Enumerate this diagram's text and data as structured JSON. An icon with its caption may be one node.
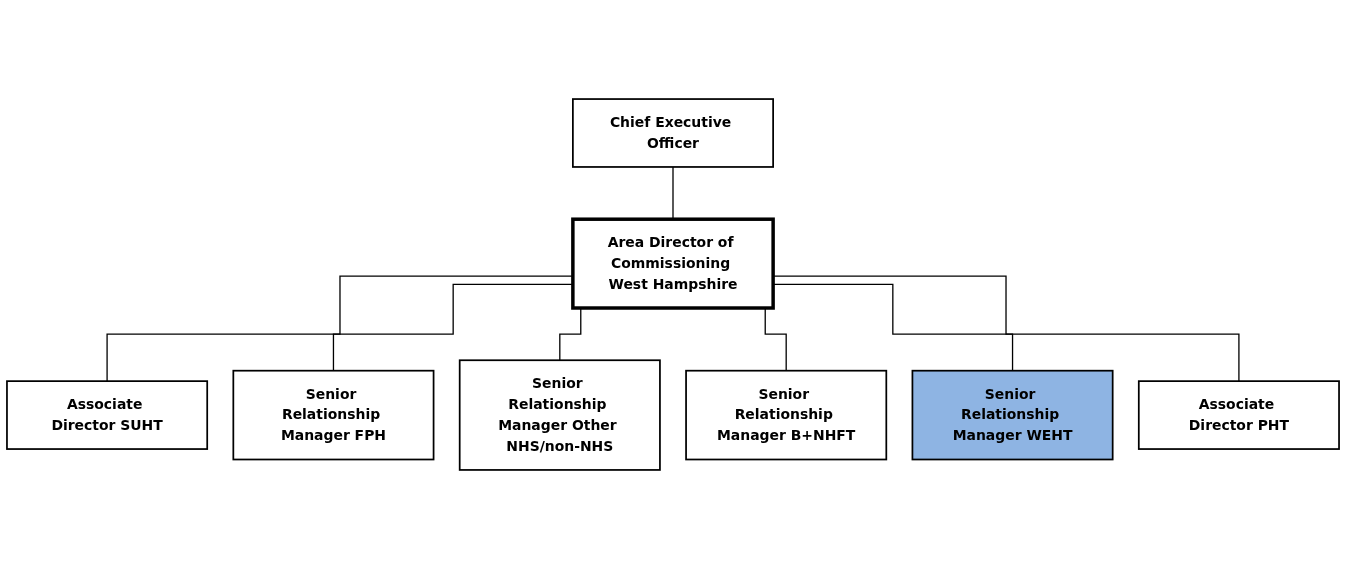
{
  "diagram": {
    "nodes": [
      {
        "text": [
          "Chief Executive Officer"
        ]
      },
      {
        "text": [
          "Area Director of Commissioning West Hampshire"
        ]
      },
      {
        "text": [
          "Associate Director SUHT"
        ]
      },
      {
        "text": [
          "Senior Relationship Manager FPH"
        ]
      },
      {
        "text": [
          "Senior Relationship Manager Other NHS/non-NHS"
        ]
      },
      {
        "text": [
          "Senior Relationship Manager B+NHFT"
        ]
      },
      {
        "text": [
          "Senior Relationship Manager WEHT"
        ]
      },
      {
        "text": [
          "Associate Director PHT"
        ]
      }
    ],
    "edges": [
      {
        "from": 0,
        "to": 1,
        "arrow": "none"
      },
      {
        "from": 1,
        "to": 2,
        "arrow": "none"
      },
      {
        "from": 1,
        "to": 3,
        "arrow": "none"
      },
      {
        "from": 1,
        "to": 4,
        "arrow": "none"
      },
      {
        "from": 1,
        "to": 5,
        "arrow": "none"
      },
      {
        "from": 1,
        "to": 6,
        "arrow": "none"
      },
      {
        "from": 1,
        "to": 7,
        "arrow": "none"
      }
    ]
  }
}
